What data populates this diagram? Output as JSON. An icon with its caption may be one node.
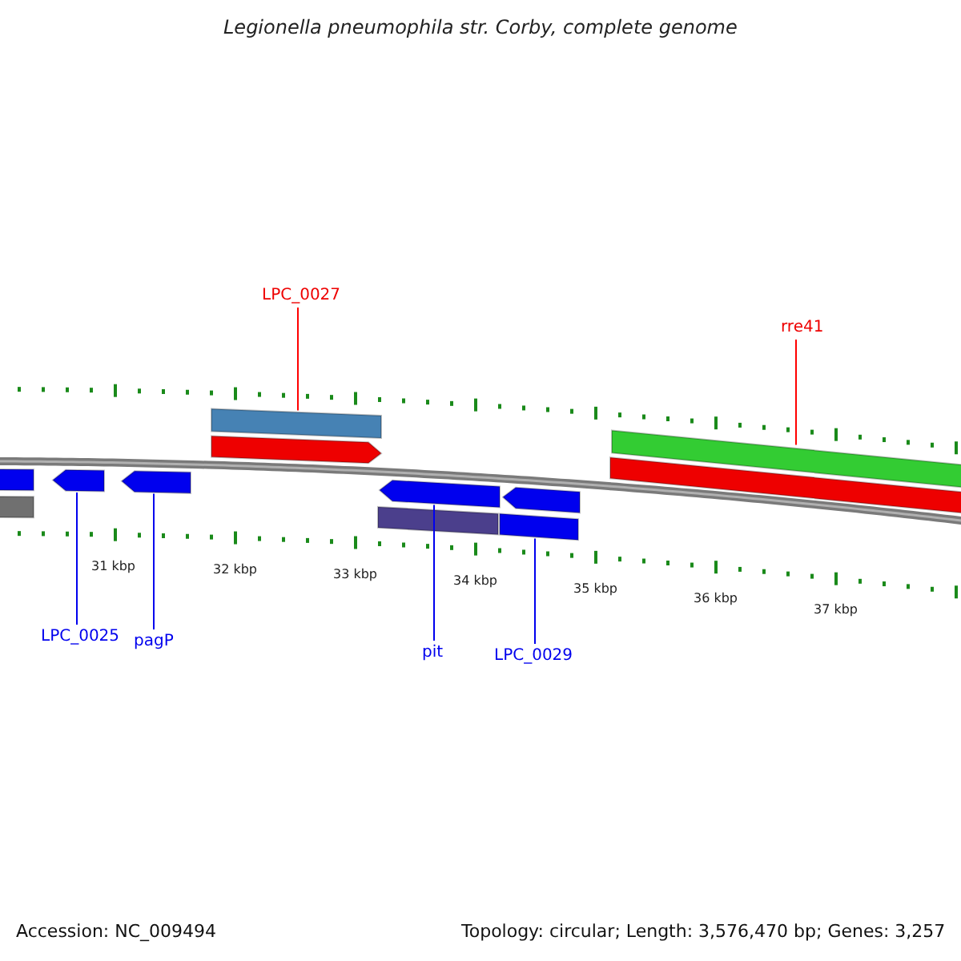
{
  "diagram": {
    "title": "Legionella pneumophila str. Corby, complete genome",
    "nodes": [
      {
        "text": [
          "LPC_0027"
        ]
      },
      {
        "text": [
          "rre41"
        ]
      },
      {
        "text": [],
        "shape": "bar"
      },
      {
        "text": [],
        "shape": "bar"
      },
      {
        "text": [],
        "shape": "arrow"
      },
      {
        "text": [],
        "shape": "arrow"
      },
      {
        "text": [],
        "shape": "bar"
      },
      {
        "text": [],
        "shape": "arrow"
      },
      {
        "text": [],
        "shape": "arrow"
      },
      {
        "text": [],
        "shape": "bar"
      },
      {
        "text": [],
        "shape": "arrow"
      },
      {
        "text": [],
        "shape": "bar"
      },
      {
        "text": [],
        "shape": "bar"
      },
      {
        "text": [],
        "shape": "bar"
      },
      {
        "text": [
          "LPC_0025"
        ]
      },
      {
        "text": [
          "pagP"
        ]
      },
      {
        "text": [
          "pit"
        ]
      },
      {
        "text": [
          "LPC_0029"
        ]
      }
    ],
    "edges": [
      {
        "from": 0,
        "to": 6,
        "arrow": "none",
        "color": "#ff0000"
      },
      {
        "from": 1,
        "to": 13,
        "arrow": "none",
        "color": "#ff0000"
      },
      {
        "from": 14,
        "to": 4,
        "arrow": "none"
      },
      {
        "from": 15,
        "to": 5,
        "arrow": "none"
      },
      {
        "from": 16,
        "to": 8,
        "arrow": "none"
      },
      {
        "from": 17,
        "to": 11,
        "arrow": "none"
      }
    ],
    "labels": [
      "31 kbp",
      "32 kbp",
      "33 kbp",
      "34 kbp",
      "35 kbp",
      "36 kbp",
      "37 kbp",
      "Accession: NC_009494",
      "Topology: circular; Length: 3,576,470 bp; Genes: 3,257"
    ]
  }
}
